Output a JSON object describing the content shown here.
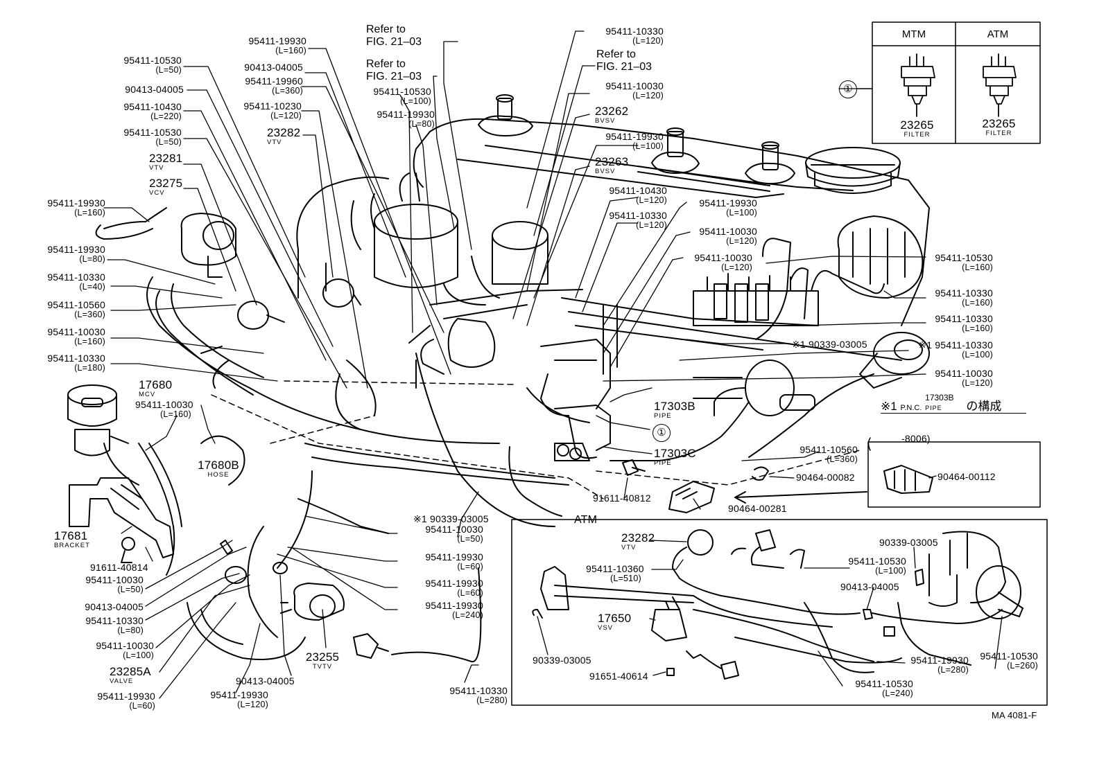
{
  "reference_box": {
    "headers": [
      "MTM",
      "ATM"
    ],
    "mtm": {
      "part": "23265",
      "name": "FILTER"
    },
    "atm": {
      "part": "23265",
      "name": "FILTER"
    },
    "marker": "①"
  },
  "refs": {
    "ref1": {
      "line1": "Refer to",
      "line2": "FIG. 21–03"
    },
    "ref2": {
      "line1": "Refer to",
      "line2": "FIG. 21–03"
    },
    "ref3": {
      "line1": "Refer to",
      "line2": "FIG. 21–03"
    }
  },
  "labels": {
    "l01": {
      "pn": "95411-10530",
      "sub": "(L=50)"
    },
    "l02": {
      "pn": "95411-19930",
      "sub": "(L=160)"
    },
    "l03": {
      "pn": "90413-04005"
    },
    "l04": {
      "pn": "90413-04005"
    },
    "l05": {
      "pn": "95411-19960",
      "sub": "(L=360)"
    },
    "l06": {
      "pn": "95411-10430",
      "sub": "(L=220)"
    },
    "l07": {
      "pn": "95411-10230",
      "sub": "(L=120)"
    },
    "l08": {
      "pn": "95411-10530",
      "sub": "(L=50)"
    },
    "l09": {
      "pn": "23282",
      "nm": "VTV"
    },
    "l10": {
      "pn": "23281",
      "nm": "VTV"
    },
    "l11": {
      "pn": "23275",
      "nm": "VCV"
    },
    "l12": {
      "pn": "95411-19930",
      "sub": "(L=160)"
    },
    "l13": {
      "pn": "95411-19930",
      "sub": "(L=80)"
    },
    "l14": {
      "pn": "95411-10330",
      "sub": "(L=40)"
    },
    "l15": {
      "pn": "95411-10560",
      "sub": "(L=360)"
    },
    "l16": {
      "pn": "95411-10030",
      "sub": "(L=160)"
    },
    "l17": {
      "pn": "95411-10330",
      "sub": "(L=180)"
    },
    "l18": {
      "pn": "17680",
      "nm": "MCV"
    },
    "l19": {
      "pn": "95411-10030",
      "sub": "(L=160)"
    },
    "l20": {
      "pn": "17680B",
      "nm": "HOSE"
    },
    "l21": {
      "pn": "17681",
      "nm": "BRACKET"
    },
    "l22": {
      "pn": "91611-40814"
    },
    "l23": {
      "pn": "95411-10030",
      "sub": "(L=50)"
    },
    "l24": {
      "pn": "90413-04005"
    },
    "l25": {
      "pn": "95411-10330",
      "sub": "(L=80)"
    },
    "l26": {
      "pn": "95411-10030",
      "sub": "(L=100)"
    },
    "l27": {
      "pn": "23285A",
      "nm": "VALVE"
    },
    "l28": {
      "pn": "95411-19930",
      "sub": "(L=60)"
    },
    "l29": {
      "pn": "95411-19930",
      "sub": "(L=120)"
    },
    "l30": {
      "pn": "90413-04005"
    },
    "l31": {
      "pn": "23255",
      "nm": "TVTV"
    },
    "l32": {
      "pn": "95411-10330",
      "sub": "(L=280)"
    },
    "l33": {
      "pn": "95411-10530",
      "sub": "(L=100)"
    },
    "l34": {
      "pn": "95411-19930",
      "sub": "(L=80)"
    },
    "l35": {
      "pn": "95411-10330",
      "sub": "(L=120)"
    },
    "l36": {
      "pn": "95411-10030",
      "sub": "(L=120)"
    },
    "l37": {
      "pn": "23262",
      "nm": "BVSV"
    },
    "l38": {
      "pn": "95411-19930",
      "sub": "(L=100)"
    },
    "l39": {
      "pn": "23263",
      "nm": "BVSV"
    },
    "l40": {
      "pn": "95411-10430",
      "sub": "(L=120)"
    },
    "l41": {
      "pn": "95411-10330",
      "sub": "(L=120)"
    },
    "l42": {
      "pn": "95411-19930",
      "sub": "(L=100)"
    },
    "l43": {
      "pn": "95411-10030",
      "sub": "(L=120)"
    },
    "l44": {
      "pn": "95411-10030",
      "sub": "(L=120)"
    },
    "l45": {
      "pn": "95411-10530",
      "sub": "(L=160)"
    },
    "l46": {
      "pn": "95411-10330",
      "sub": "(L=160)"
    },
    "l47": {
      "pn": "95411-10330",
      "sub": "(L=160)"
    },
    "l48": {
      "pn": "※1 90339-03005"
    },
    "l49": {
      "pn": "※1 95411-10330",
      "sub": "(L=100)"
    },
    "l50": {
      "pn": "95411-10030",
      "sub": "(L=120)"
    },
    "l51": {
      "pn": "17303B",
      "nm": "PIPE"
    },
    "l52": {
      "pn": "17303C",
      "nm": "PIPE"
    },
    "l53": {
      "pn": "95411-10560",
      "sub": "(L=360)"
    },
    "l54": {
      "pn": "90464-00082"
    },
    "l55": {
      "pn": "91611-40812"
    },
    "l56": {
      "pn": "90464-00281"
    },
    "l57": {
      "pn": "ATM"
    },
    "l58": {
      "pn": "※1   90339-03005"
    },
    "l59": {
      "pn": "95411-10030",
      "sub": "(L=50)"
    },
    "l60": {
      "pn": "95411-19930",
      "sub": "(L=60)"
    },
    "l61": {
      "pn": "95411-19930",
      "sub": "(L=60)"
    },
    "l62": {
      "pn": "95411-19930",
      "sub": "(L=240)"
    },
    "l63": {
      "pn": "-8006)"
    },
    "l64": {
      "pn": "90464-00112"
    },
    "i01": {
      "pn": "23282",
      "nm": "VTV"
    },
    "i02": {
      "pn": "95411-10360",
      "sub": "(L=510)"
    },
    "i03": {
      "pn": "17650",
      "nm": "VSV"
    },
    "i04": {
      "pn": "90339-03005"
    },
    "i05": {
      "pn": "91651-40614"
    },
    "i06": {
      "pn": "90339-03005"
    },
    "i07": {
      "pn": "95411-10530",
      "sub": "(L=100)"
    },
    "i08": {
      "pn": "90413-04005"
    },
    "i09": {
      "pn": "95411-19930",
      "sub": "(L=280)"
    },
    "i10": {
      "pn": "95411-10530",
      "sub": "(L=240)"
    },
    "i11": {
      "pn": "95411-10530",
      "sub": "(L=260)"
    }
  },
  "pnc_note": {
    "prefix": "※1",
    "text": "P.N.C.",
    "part": "17303B",
    "part_name": "PIPE",
    "suffix": "の構成"
  },
  "markers": {
    "m1": "①",
    "m2": "①"
  },
  "footer": {
    "code": "MA 4081-F"
  }
}
